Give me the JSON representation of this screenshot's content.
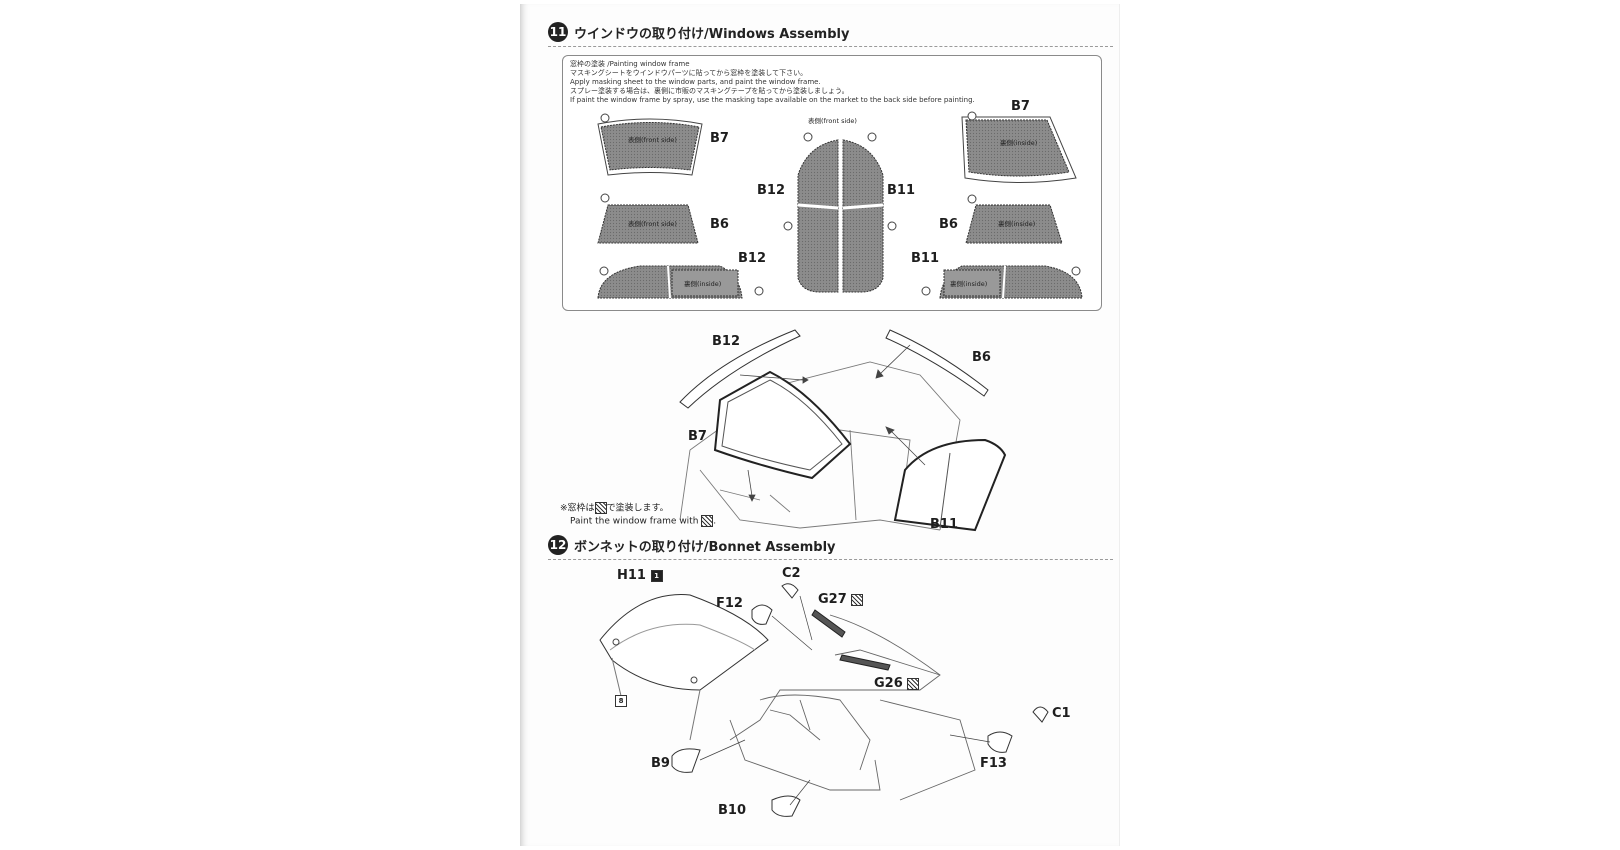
{
  "step11": {
    "number": "11",
    "title": "ウインドウの取り付け/Windows Assembly",
    "notes": [
      "窓枠の塗装 /Painting window frame",
      "マスキングシートをウインドウパーツに貼ってから窓枠を塗装して下さい。",
      "Apply masking sheet to the window parts, and paint the window frame.",
      "スプレー塗装する場合は、裏側に市販のマスキングテープを貼ってから塗装しましょう。",
      "If paint the window frame by spray, use the masking tape available on the market to the back side before painting."
    ],
    "front_side_center": "表側(front side)",
    "glass": {
      "b7_left": "表側(front side)",
      "b6_left": "表側(front side)",
      "b12_left": "裏側(inside)",
      "b7_right": "裏側(inside)",
      "b6_right": "裏側(inside)",
      "b11_right": "裏側(inside)"
    },
    "labels": {
      "b7_left": "B7",
      "b6_left": "B6",
      "b12_left": "B12",
      "b12_center": "B12",
      "b11_center": "B11",
      "b7_right": "B7",
      "b6_right": "B6",
      "b11_right": "B11",
      "asm_b12": "B12",
      "asm_b6": "B6",
      "asm_b7": "B7",
      "asm_b11": "B11"
    },
    "paint_note_jp_pre": "※窓枠は",
    "paint_note_jp_post": "で塗装します。",
    "paint_note_en": "Paint the window frame with"
  },
  "step12": {
    "number": "12",
    "title": "ボンネットの取り付け/Bonnet Assembly",
    "labels": {
      "h11": "H11",
      "h11_badge": "1",
      "eight_badge": "8",
      "c2": "C2",
      "f12": "F12",
      "g27": "G27",
      "g26": "G26",
      "c1": "C1",
      "f13": "F13",
      "b9": "B9",
      "b10": "B10"
    }
  }
}
